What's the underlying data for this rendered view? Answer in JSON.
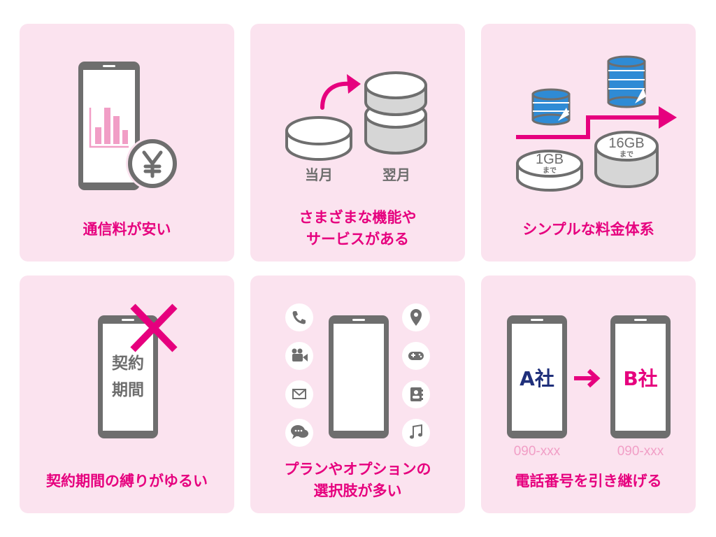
{
  "cards": [
    {
      "title_lines": [
        "通信料が安い"
      ],
      "icon": "yen-icon"
    },
    {
      "title_lines": [
        "さまざまな機能や",
        "サービスがある"
      ],
      "left_label": "当月",
      "right_label": "翌月"
    },
    {
      "title_lines": [
        "シンプルな料金体系"
      ],
      "small_label": "1GB",
      "small_sub": "まで",
      "large_label": "16GB",
      "large_sub": "まで"
    },
    {
      "title_lines": [
        "契約期間の縛りがゆるい"
      ],
      "screen_line1": "契約",
      "screen_line2": "期間"
    },
    {
      "title_lines": [
        "プランやオプションの",
        "選択肢が多い"
      ],
      "left_icons": [
        "phone-icon",
        "video-camera-icon",
        "mail-icon",
        "chat-icon"
      ],
      "right_icons": [
        "map-pin-icon",
        "gamepad-icon",
        "contacts-icon",
        "music-note-icon"
      ]
    },
    {
      "title_lines": [
        "電話番号を引き継げる"
      ],
      "from_company": "A社",
      "to_company": "B社",
      "from_number": "090-xxx",
      "to_number": "090-xxx"
    }
  ],
  "colors": {
    "card_bg": "#fbe3ef",
    "accent": "#e6007e",
    "pink_light": "#f19ec6",
    "phone_frame": "#6e6e6e",
    "navy": "#1f2f7a",
    "blue": "#2f8bd5"
  }
}
